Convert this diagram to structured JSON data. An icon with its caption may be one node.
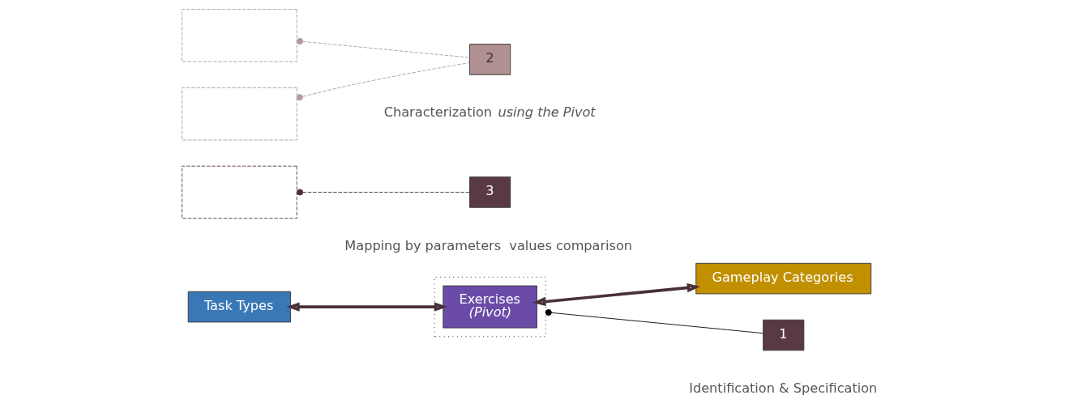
{
  "diagram": {
    "nodes": [
      {
        "text": [],
        "shape": "box"
      },
      {
        "text": [
          "Exercises",
          "(Pivot)"
        ],
        "in": 0
      },
      {
        "text": [
          "Task Types"
        ]
      },
      {
        "text": [
          "Gameplay Categories"
        ]
      },
      {
        "text": [],
        "shape": "box"
      },
      {
        "text": [],
        "shape": "box"
      },
      {
        "text": [],
        "shape": "box"
      },
      {
        "text": [
          "1"
        ],
        "beside": [
          "Identification & Specification"
        ]
      },
      {
        "text": [
          "2"
        ],
        "beside": [
          "Characterization *using the Pivot*"
        ]
      },
      {
        "text": [
          "3"
        ],
        "beside": [
          "Mapping by parameters  values comparison"
        ]
      }
    ],
    "edges": [
      {
        "from": 2,
        "to": 1,
        "arrow": "both",
        "style": "thick"
      },
      {
        "from": 1,
        "to": 3,
        "arrow": "both",
        "style": "thick"
      },
      {
        "from": 0,
        "to": 7,
        "arrow": "other",
        "color": "#000000"
      },
      {
        "from": 4,
        "to": 8,
        "arrow": "other",
        "style": "dashed",
        "color": "#b09a9a"
      },
      {
        "from": 5,
        "to": 8,
        "arrow": "other",
        "style": "dashed",
        "color": "#b09a9a"
      },
      {
        "from": 6,
        "to": 9,
        "arrow": "other",
        "style": "dashed"
      }
    ]
  }
}
